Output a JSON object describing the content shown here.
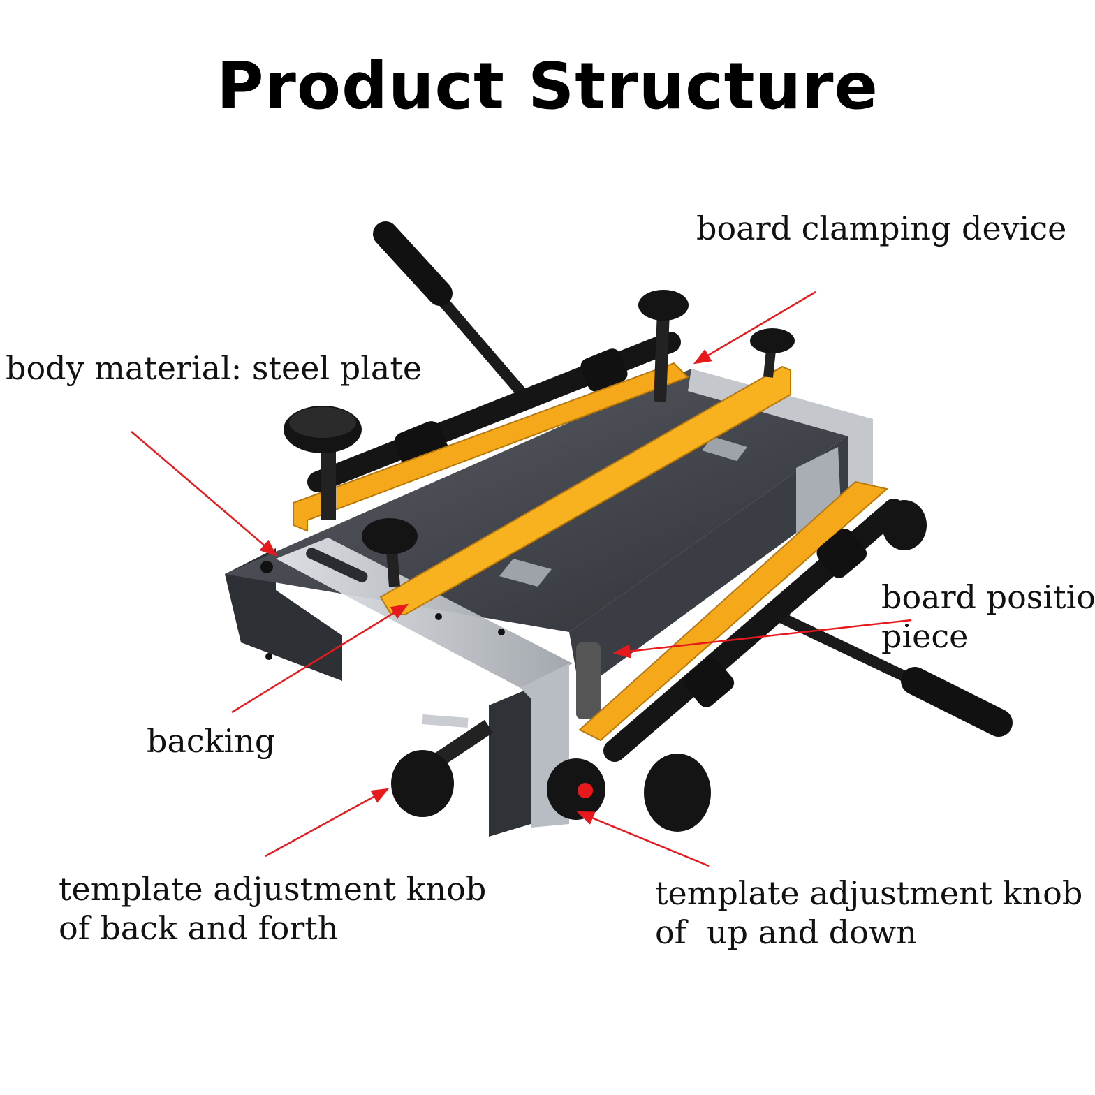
{
  "title": "Product Structure",
  "labels": {
    "board_clamping_device": "board clamping device",
    "body_material": "body material: steel plate",
    "board_position_piece_line1": "board position",
    "board_position_piece_line2": "piece",
    "backing": "backing",
    "knob_back_forth_line1": "template adjustment knob",
    "knob_back_forth_line2": "of back and forth",
    "knob_up_down_line1": "template adjustment knob",
    "knob_up_down_line2": "of  up and down"
  },
  "colors": {
    "arrow": "#e8191d",
    "body_steel": "#3c3f45",
    "yellow_bar": "#f5a81a",
    "knob": "#151515",
    "galvanized": "#c9cdd2"
  }
}
